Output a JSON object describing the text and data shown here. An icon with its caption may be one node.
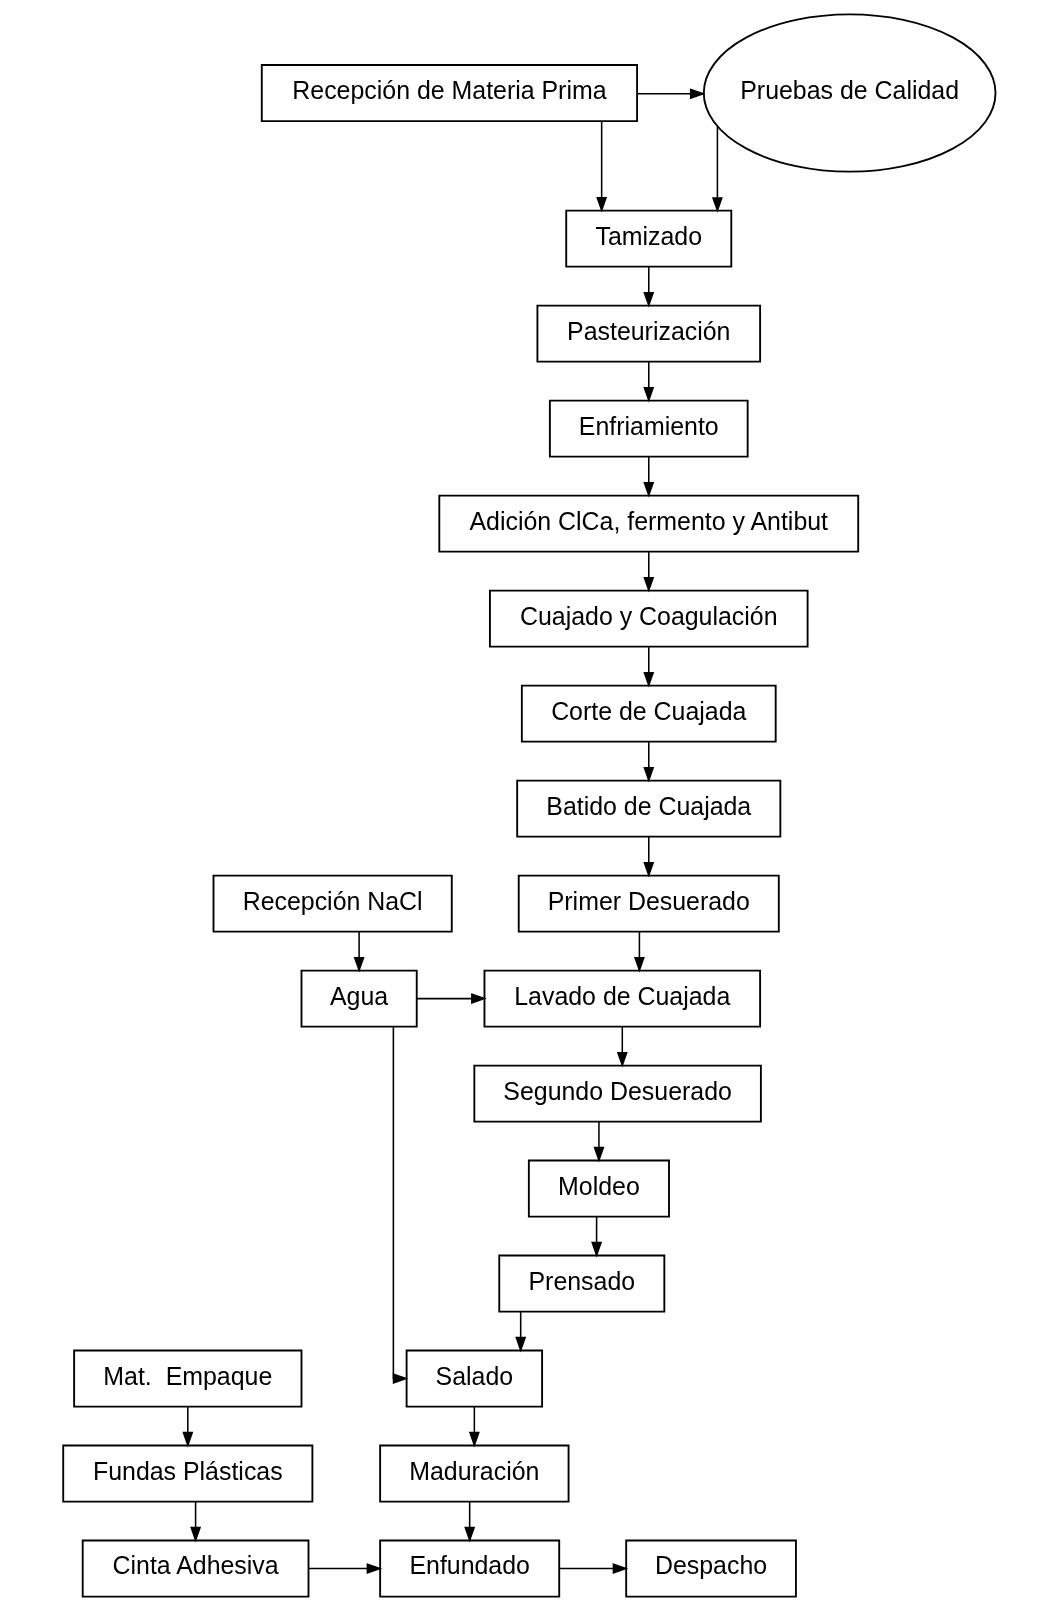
{
  "diagram": {
    "nodes": [
      {
        "text": [
          "Recepción de Materia Prima"
        ]
      },
      {
        "text": [
          "Pruebas de Calidad"
        ]
      },
      {
        "text": [
          "Tamizado"
        ]
      },
      {
        "text": [
          "Pasteurización"
        ]
      },
      {
        "text": [
          "Enfriamiento"
        ]
      },
      {
        "text": [
          "Adición ClCa, fermento y Antibut"
        ]
      },
      {
        "text": [
          "Cuajado y Coagulación"
        ]
      },
      {
        "text": [
          "Corte de Cuajada"
        ]
      },
      {
        "text": [
          "Batido de Cuajada"
        ]
      },
      {
        "text": [
          "Primer Desuerado"
        ]
      },
      {
        "text": [
          "Recepción NaCl"
        ]
      },
      {
        "text": [
          "Lavado de Cuajada"
        ]
      },
      {
        "text": [
          "Agua"
        ]
      },
      {
        "text": [
          "Segundo Desuerado"
        ]
      },
      {
        "text": [
          "Moldeo"
        ]
      },
      {
        "text": [
          "Prensado"
        ]
      },
      {
        "text": [
          "Mat.  Empaque"
        ]
      },
      {
        "text": [
          "Salado"
        ]
      },
      {
        "text": [
          "Fundas Plásticas"
        ]
      },
      {
        "text": [
          "Maduración"
        ]
      },
      {
        "text": [
          "Cinta Adhesiva"
        ]
      },
      {
        "text": [
          "Enfundado"
        ]
      },
      {
        "text": [
          "Despacho"
        ]
      }
    ],
    "edges": [
      {
        "from": 0,
        "to": 2,
        "arrow": "to"
      },
      {
        "from": 0,
        "to": 1,
        "arrow": "to"
      },
      {
        "from": 1,
        "to": 2,
        "arrow": "to"
      },
      {
        "from": 2,
        "to": 3,
        "arrow": "to"
      },
      {
        "from": 3,
        "to": 4,
        "arrow": "to"
      },
      {
        "from": 4,
        "to": 5,
        "arrow": "to"
      },
      {
        "from": 5,
        "to": 6,
        "arrow": "to"
      },
      {
        "from": 6,
        "to": 7,
        "arrow": "to"
      },
      {
        "from": 7,
        "to": 8,
        "arrow": "to"
      },
      {
        "from": 8,
        "to": 9,
        "arrow": "to"
      },
      {
        "from": 9,
        "to": 11,
        "arrow": "to"
      },
      {
        "from": 10,
        "to": 12,
        "arrow": "to"
      },
      {
        "from": 12,
        "to": 11,
        "arrow": "to"
      },
      {
        "from": 11,
        "to": 13,
        "arrow": "to"
      },
      {
        "from": 13,
        "to": 14,
        "arrow": "to"
      },
      {
        "from": 14,
        "to": 15,
        "arrow": "to"
      },
      {
        "from": 15,
        "to": 17,
        "arrow": "to"
      },
      {
        "from": 12,
        "to": 17,
        "arrow": "to"
      },
      {
        "from": 16,
        "to": 18,
        "arrow": "to"
      },
      {
        "from": 18,
        "to": 20,
        "arrow": "to"
      },
      {
        "from": 17,
        "to": 19,
        "arrow": "to"
      },
      {
        "from": 19,
        "to": 21,
        "arrow": "to"
      },
      {
        "from": 20,
        "to": 21,
        "arrow": "to"
      },
      {
        "from": 21,
        "to": 22,
        "arrow": "to"
      }
    ]
  }
}
